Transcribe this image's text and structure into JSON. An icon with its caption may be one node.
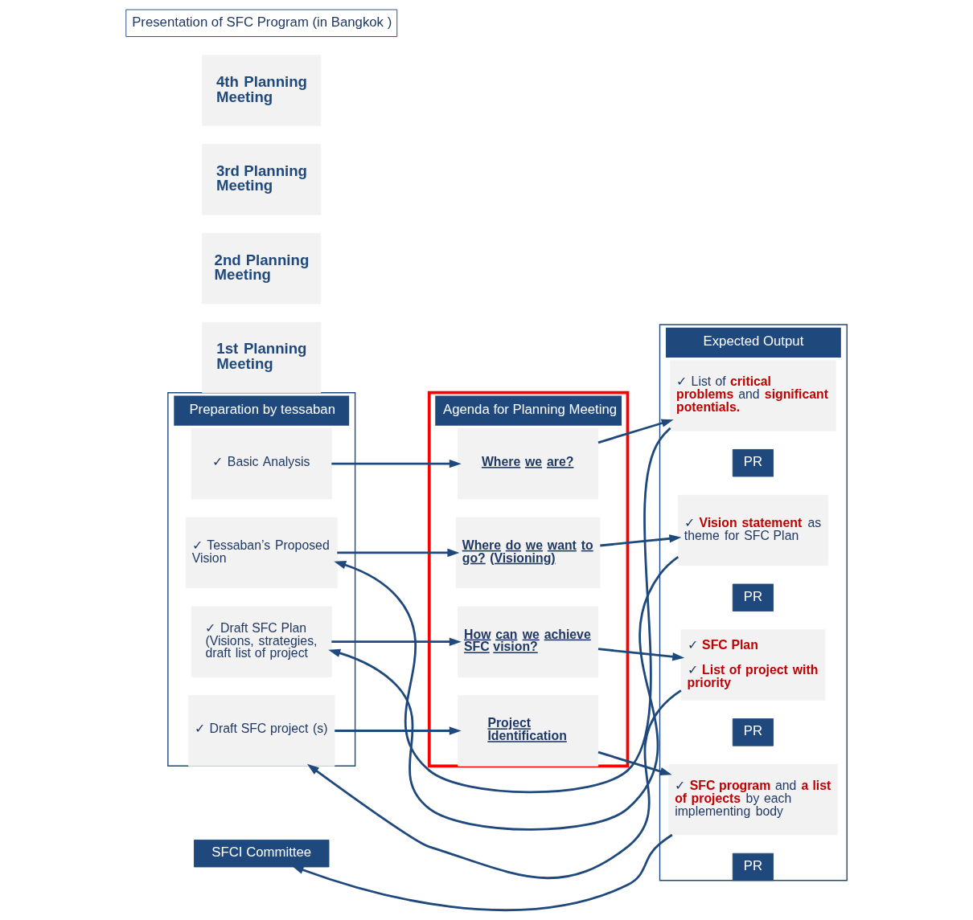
{
  "diagram": {
    "nodes": [
      {
        "text": [
          "Preparation by tessaban"
        ]
      },
      {
        "text": [
          "Agenda for Planning Meeting"
        ]
      },
      {
        "text": [
          "Expected Output"
        ]
      },
      {
        "text": [
          "1st Planning Meeting"
        ]
      },
      {
        "text": [
          "✓ Basic Analysis"
        ],
        "in": 0
      },
      {
        "text": [
          "Where we are?"
        ],
        "in": 1
      },
      {
        "text": [
          "✓ List of **critical problems** and **significant potentials.**"
        ],
        "in": 2
      },
      {
        "text": [
          "PR"
        ],
        "in": 2
      },
      {
        "text": [
          "2nd Planning Meeting"
        ]
      },
      {
        "text": [
          "✓ Tessaban’s Proposed Vision"
        ],
        "in": 0
      },
      {
        "text": [
          "Where do we want to go? (Visioning)"
        ],
        "in": 1
      },
      {
        "text": [
          "✓ **Vision statement** as theme for SFC Plan"
        ],
        "in": 2
      },
      {
        "text": [
          "PR"
        ],
        "in": 2
      },
      {
        "text": [
          "3rd Planning Meeting"
        ]
      },
      {
        "text": [
          "✓ Draft SFC Plan (Visions, strategies, draft list of project"
        ],
        "in": 0
      },
      {
        "text": [
          "How can we achieve SFC vision?"
        ],
        "in": 1
      },
      {
        "text": [
          "✓ **SFC Plan**",
          "✓ **List of project with priority**"
        ],
        "in": 2
      },
      {
        "text": [
          "PR"
        ],
        "in": 2
      },
      {
        "text": [
          "4th Planning Meeting"
        ]
      },
      {
        "text": [
          "✓ Draft SFC project (s)"
        ],
        "in": 0
      },
      {
        "text": [
          "Project Identification"
        ],
        "in": 1
      },
      {
        "text": [
          "✓ **SFC program** and **a list of projects** by each implementing body"
        ],
        "in": 2
      },
      {
        "text": [
          "PR"
        ],
        "in": 2
      },
      {
        "text": [
          "SFCI Committee"
        ]
      },
      {
        "text": [
          "Presentation of SFC Program (in Bangkok )"
        ]
      }
    ],
    "edges": [
      {
        "from": 4,
        "to": 5,
        "arrow": "to"
      },
      {
        "from": 5,
        "to": 6,
        "arrow": "to"
      },
      {
        "from": 6,
        "to": 9,
        "arrow": "to"
      },
      {
        "from": 9,
        "to": 10,
        "arrow": "to"
      },
      {
        "from": 10,
        "to": 11,
        "arrow": "to"
      },
      {
        "from": 11,
        "to": 14,
        "arrow": "to"
      },
      {
        "from": 14,
        "to": 15,
        "arrow": "to"
      },
      {
        "from": 15,
        "to": 16,
        "arrow": "to"
      },
      {
        "from": 16,
        "to": 19,
        "arrow": "to"
      },
      {
        "from": 19,
        "to": 20,
        "arrow": "to"
      },
      {
        "from": 20,
        "to": 21,
        "arrow": "to"
      },
      {
        "from": 21,
        "to": 23,
        "arrow": "to"
      }
    ]
  }
}
